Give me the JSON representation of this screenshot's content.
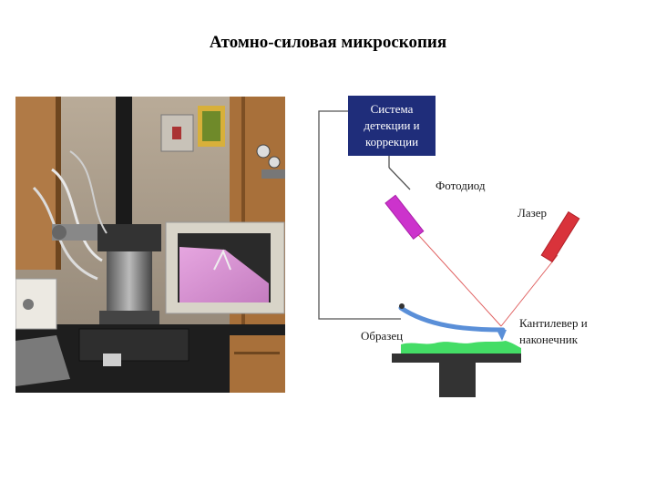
{
  "slide": {
    "title": "Атомно-силовая микроскопия"
  },
  "diagram": {
    "detection_box": {
      "lines": [
        "Система",
        "детекции и",
        "коррекции"
      ],
      "fill": "#1f2d7a"
    },
    "labels": {
      "photodiode": "Фотодиод",
      "laser": "Лазер",
      "sample": "Образец",
      "cantilever_line1": "Кантилевер и",
      "cantilever_line2": "наконечник"
    },
    "colors": {
      "photodiode": "#cc33cc",
      "laser": "#d9333b",
      "beam": "#e06060",
      "cantilever": "#5a8fd8",
      "sample_surface": "#44dd66",
      "stage": "#333333",
      "wire": "#555555"
    }
  },
  "photo": {
    "description_icon": "afm-lab-photo"
  }
}
